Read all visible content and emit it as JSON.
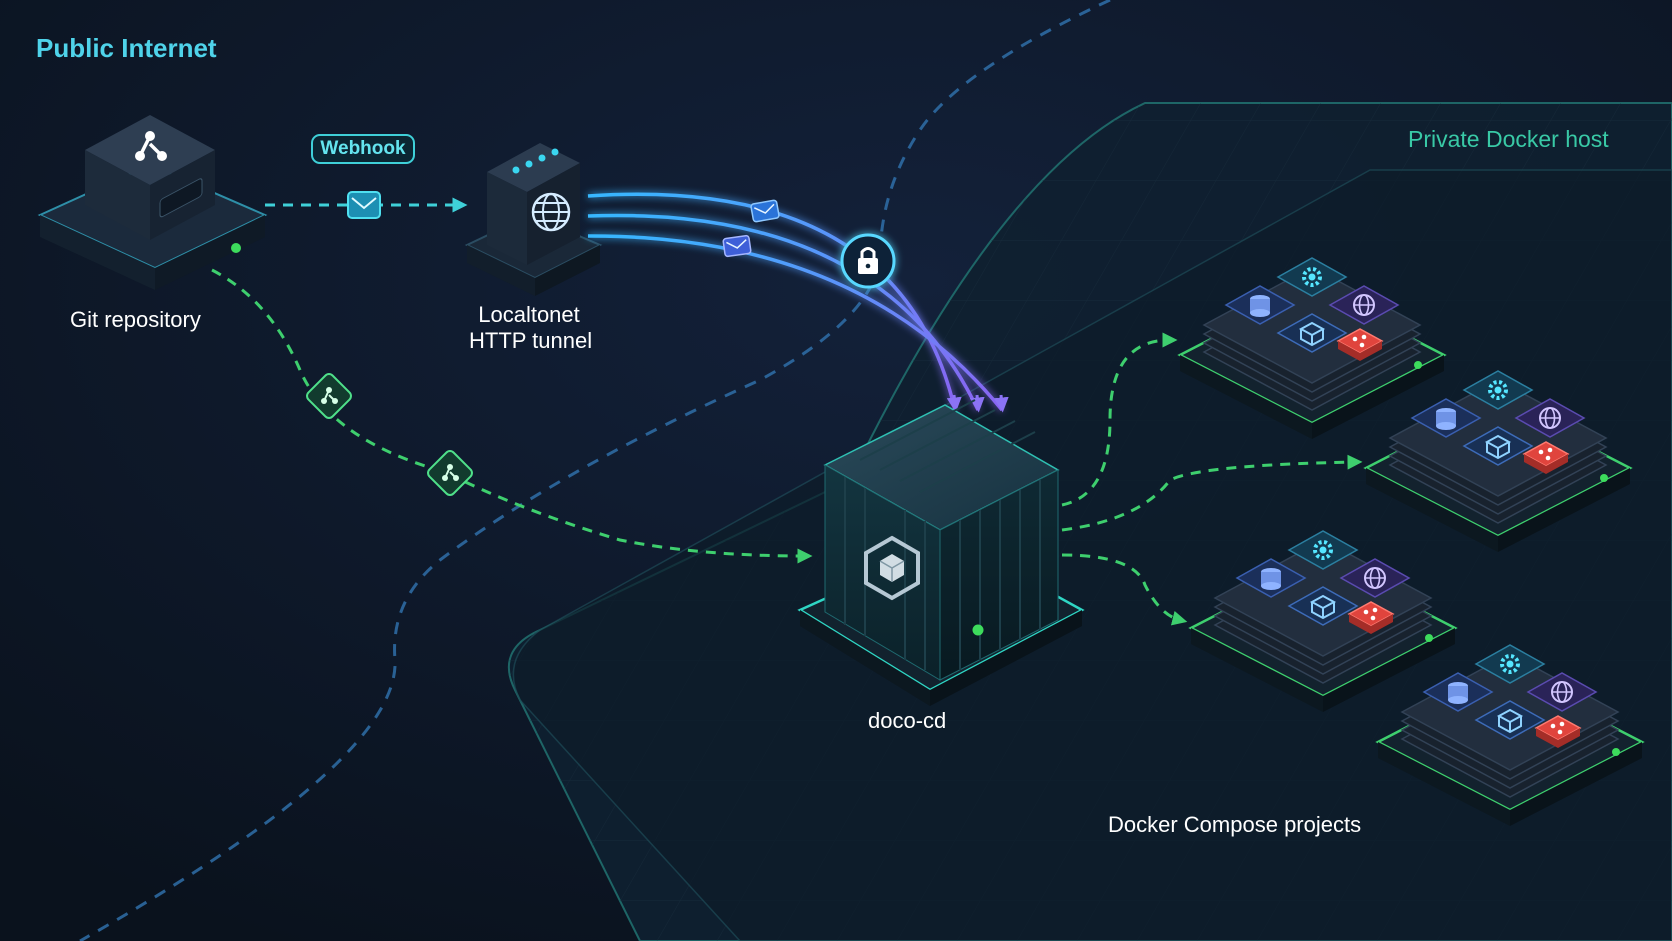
{
  "zones": {
    "public": "Public Internet",
    "private": "Private Docker host"
  },
  "nodes": {
    "git": {
      "label": "Git repository"
    },
    "tunnel": {
      "line1": "Localtonet",
      "line2": "HTTP tunnel"
    },
    "doco": {
      "label": "doco-cd"
    },
    "compose": {
      "label": "Docker Compose projects"
    }
  },
  "edges": {
    "webhook": "Webhook"
  },
  "icons": {
    "git": "git-branch-icon",
    "tunnel": "globe-icon",
    "lock": "lock-icon",
    "envelope": "envelope-icon",
    "doco": "hexagon-cube-icon",
    "stack_tiles": [
      "gear-icon",
      "database-icon",
      "globe-icon",
      "box-icon",
      "redis-icon"
    ]
  },
  "colors": {
    "background": "#0b1420",
    "public_text": "#4fd3ea",
    "private_text": "#39c9a6",
    "webhook": "#3fd0d8",
    "git_flow": "#3ecf6e",
    "tunnel_flow": "#7b6cf0"
  }
}
